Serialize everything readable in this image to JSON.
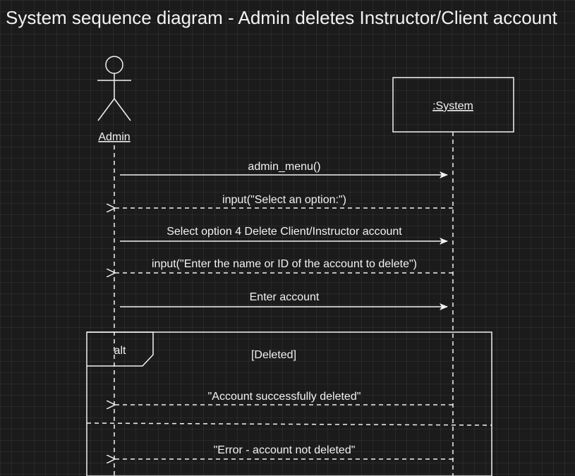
{
  "title": "System sequence diagram - Admin deletes Instructor/Client account",
  "actor": {
    "label": "Admin",
    "icon": "stick-figure-icon"
  },
  "system": {
    "label": ":System"
  },
  "messages": [
    {
      "label": "admin_menu()",
      "kind": "call"
    },
    {
      "label": "input(\"Select an option:\")",
      "kind": "return"
    },
    {
      "label": "Select option 4 Delete Client/Instructor account",
      "kind": "call"
    },
    {
      "label": "input(\"Enter the name or ID of the account to delete\")",
      "kind": "return"
    },
    {
      "label": "Enter account",
      "kind": "call"
    }
  ],
  "alt": {
    "label": "alt",
    "guard": "[Deleted]",
    "messages": [
      {
        "label": "\"Account successfully deleted\"",
        "kind": "return"
      },
      {
        "label": "\"Error - account not deleted\"",
        "kind": "return"
      }
    ]
  },
  "colors": {
    "background": "#1b1b1b",
    "line": "#f2f2f2"
  }
}
